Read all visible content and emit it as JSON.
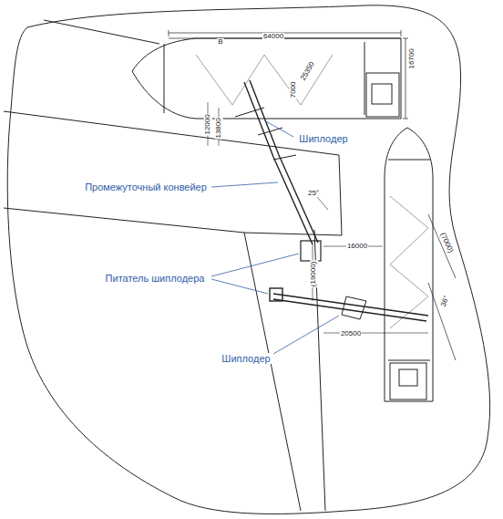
{
  "diagram": {
    "labels": [
      "Шиплодер",
      "Промежуточный конвейер",
      "Питатель шиплодера",
      "Шиплодер",
      "64000",
      "16700",
      "7000",
      "25350",
      "13800",
      "12000",
      "25°",
      "16000",
      "(19000)",
      "(7000)",
      "36°",
      "20500",
      "B"
    ]
  }
}
